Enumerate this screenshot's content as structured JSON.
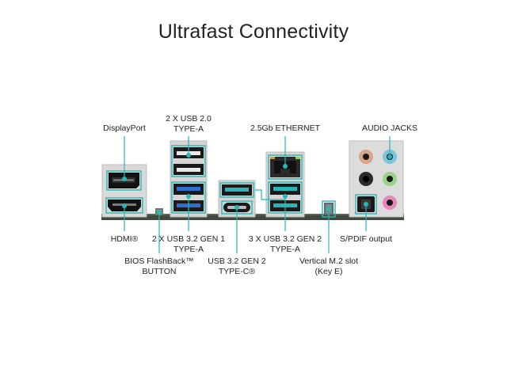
{
  "title": "Ultrafast Connectivity",
  "accent_color": "#2ab6b4",
  "labels": {
    "displayport": "DisplayPort",
    "usb20_line1": "2 X USB 2.0",
    "usb20_line2": "TYPE-A",
    "ethernet": "2.5Gb ETHERNET",
    "audio": "AUDIO JACKS",
    "hdmi": "HDMI®",
    "usb32g1_line1": "2 X USB 3.2 GEN 1",
    "usb32g1_line2": "TYPE-A",
    "usb32g2a_line1": "3 X USB 3.2 GEN 2",
    "usb32g2a_line2": "TYPE-A",
    "spdif": "S/PDIF output",
    "bios_line1": "BIOS FlashBack™",
    "bios_line2": "BUTTON",
    "usbc_line1": "USB 3.2 GEN 2",
    "usbc_line2": "TYPE-C®",
    "m2_line1": "Vertical M.2 slot",
    "m2_line2": "(Key E)"
  }
}
